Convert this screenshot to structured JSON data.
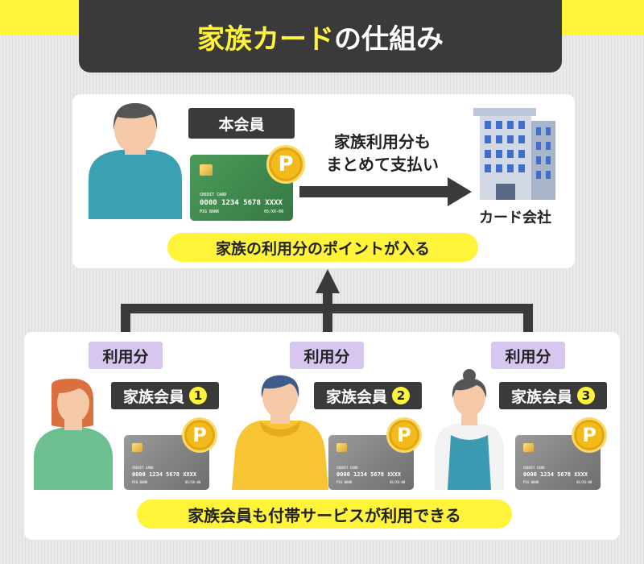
{
  "title": {
    "highlight": "家族カード",
    "rest": "の仕組み"
  },
  "main_member": {
    "label": "本会員",
    "payment_text_line1": "家族利用分も",
    "payment_text_line2": "まとめて支払い",
    "company_label": "カード会社",
    "points_note": "家族の利用分のポイントが入る"
  },
  "card": {
    "brand_line": "CREDIT CARD",
    "number": "0000 1234 5678 XXXX",
    "bank": "PIG BANK",
    "expiry": "05/XX-00",
    "point_symbol": "P"
  },
  "usage_label": "利用分",
  "family_members": [
    {
      "label": "家族会員",
      "number": "1"
    },
    {
      "label": "家族会員",
      "number": "2"
    },
    {
      "label": "家族会員",
      "number": "3"
    }
  ],
  "bottom_note": "家族会員も付帯サービスが利用できる",
  "colors": {
    "accent_yellow": "#fff43a",
    "dark": "#3a3a3a",
    "purple": "#d7c6ef",
    "main_card_green": "#3f8a4e",
    "family_card_gray": "#8a8a8a",
    "coin_gold": "#f2ba1a"
  }
}
